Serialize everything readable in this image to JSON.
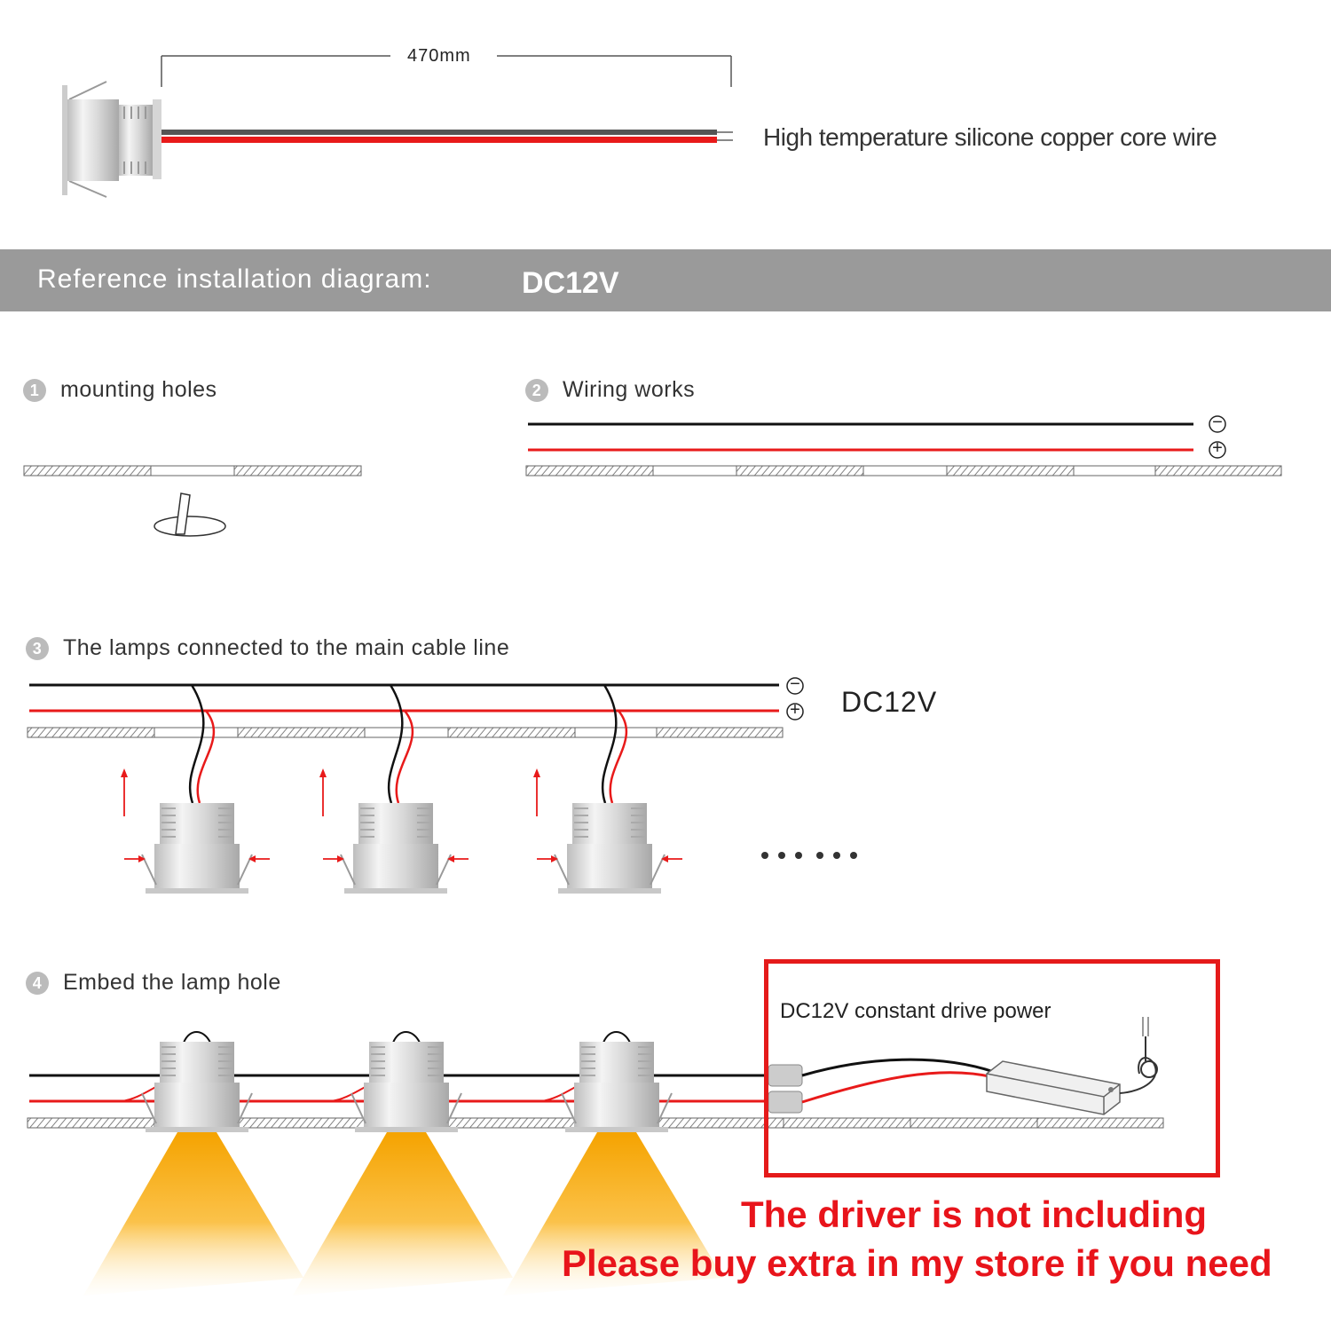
{
  "header": {
    "dimension": "470mm",
    "wire_description": "High temperature silicone copper core wire"
  },
  "banner": {
    "title": "Reference installation diagram:",
    "voltage": "DC12V"
  },
  "steps": [
    {
      "number": "1",
      "label": "mounting holes"
    },
    {
      "number": "2",
      "label": "Wiring works"
    },
    {
      "number": "3",
      "label": "The lamps connected to the main cable line"
    },
    {
      "number": "4",
      "label": "Embed the lamp hole"
    }
  ],
  "polarity": {
    "negative": "−",
    "positive": "+"
  },
  "step3_voltage": "DC12V",
  "continuation": "••• •••",
  "driver": {
    "label": "DC12V constant drive power"
  },
  "notice": {
    "line1": "The driver is not including",
    "line2": "Please buy extra in my store if you need"
  },
  "colors": {
    "wire_red": "#e81a1a",
    "wire_black": "#111111",
    "banner_gray": "#9a9a9a",
    "notice_red": "#e8141b",
    "light_amber": "#f5a300"
  }
}
